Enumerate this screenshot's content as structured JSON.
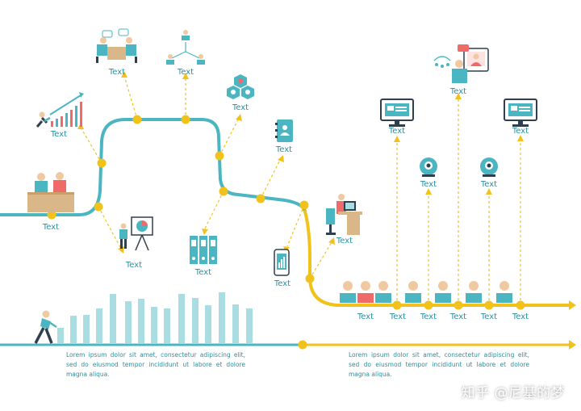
{
  "colors": {
    "teal": "#4bb6c1",
    "yellow": "#f0c21b",
    "dark": "#2f3f4d",
    "light_teal": "#a9dde2",
    "coral": "#f06a6a",
    "desk": "#d9b789",
    "white": "#ffffff"
  },
  "labels": {
    "handshake": "Text",
    "growth_chart": "Text",
    "meeting": "Text",
    "network": "Text",
    "hexagon": "Text",
    "presentation": "Text",
    "binders": "Text",
    "contacts_book": "Text",
    "smartphone": "Text",
    "office_worker": "Text",
    "monitor_1": "Text",
    "monitor_2": "Text",
    "webcam_1": "Text",
    "webcam_2": "Text",
    "video_call": "Text",
    "people_row": [
      "Text",
      "Text",
      "Text",
      "Text",
      "Text",
      "Text"
    ]
  },
  "paragraphs": {
    "left": "Lorem ipsum dolor sit amet, consectetur adipiscing elit, sed do eiusmod tempor incididunt ut labore et dolore magna aliqua.",
    "right": "Lorem ipsum dolor sit amet, consectetur adipiscing elit, sed do eiusmod tempor incididunt ut labore et dolore magna aliqua."
  },
  "watermark": "知乎 @尼基的梦",
  "icons": [
    "handshake-desk-icon",
    "growth-chart-icon",
    "meeting-table-icon",
    "network-icon",
    "hexagon-people-icon",
    "presentation-icon",
    "binders-icon",
    "contacts-book-icon",
    "smartphone-icon",
    "office-worker-icon",
    "monitor-icon",
    "webcam-icon",
    "video-call-icon",
    "running-person-icon"
  ]
}
